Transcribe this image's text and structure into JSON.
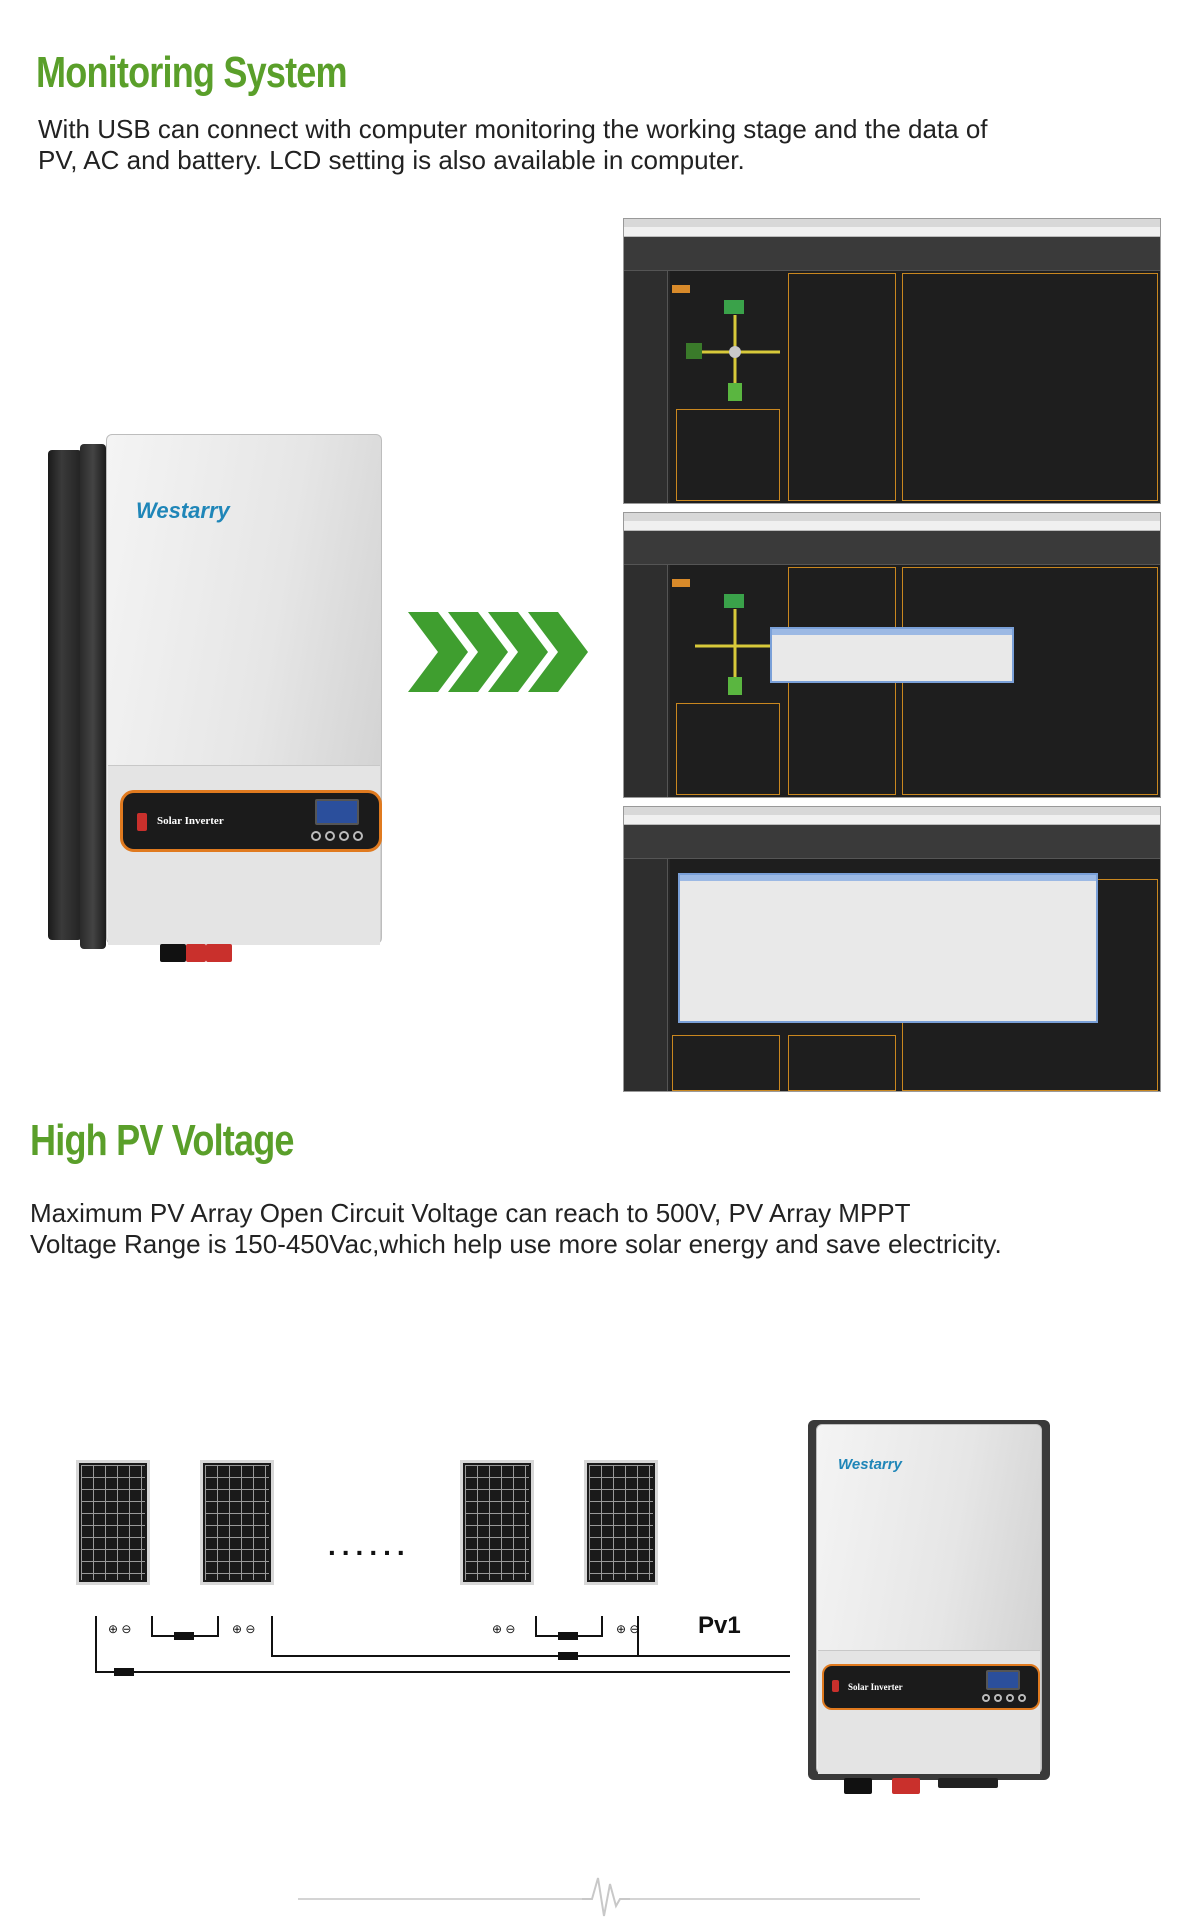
{
  "monitoring": {
    "title": "Monitoring System",
    "description_line1": "With USB can connect with computer monitoring the working stage and the data of",
    "description_line2": "PV, AC and battery. LCD setting is also available in computer."
  },
  "high_pv": {
    "title": "High PV Voltage",
    "description_line1": "Maximum PV Array Open Circuit Voltage can reach to 500V, PV Array MPPT",
    "description_line2": "Voltage Range is 150-450Vac,which help use more solar energy and save electricity."
  },
  "inverter": {
    "brand": "Westarry",
    "panel_label": "Solar Inverter"
  },
  "solar": {
    "ellipsis": "......",
    "pv_label": "Pv1"
  },
  "colors": {
    "title_green": "#5a9f2a",
    "arrow_green": "#3f9e2f",
    "brand_blue": "#1f86b8",
    "panel_orange": "#e07a1f"
  },
  "icons": [
    "chevron-right-icon",
    "heartbeat-icon"
  ]
}
